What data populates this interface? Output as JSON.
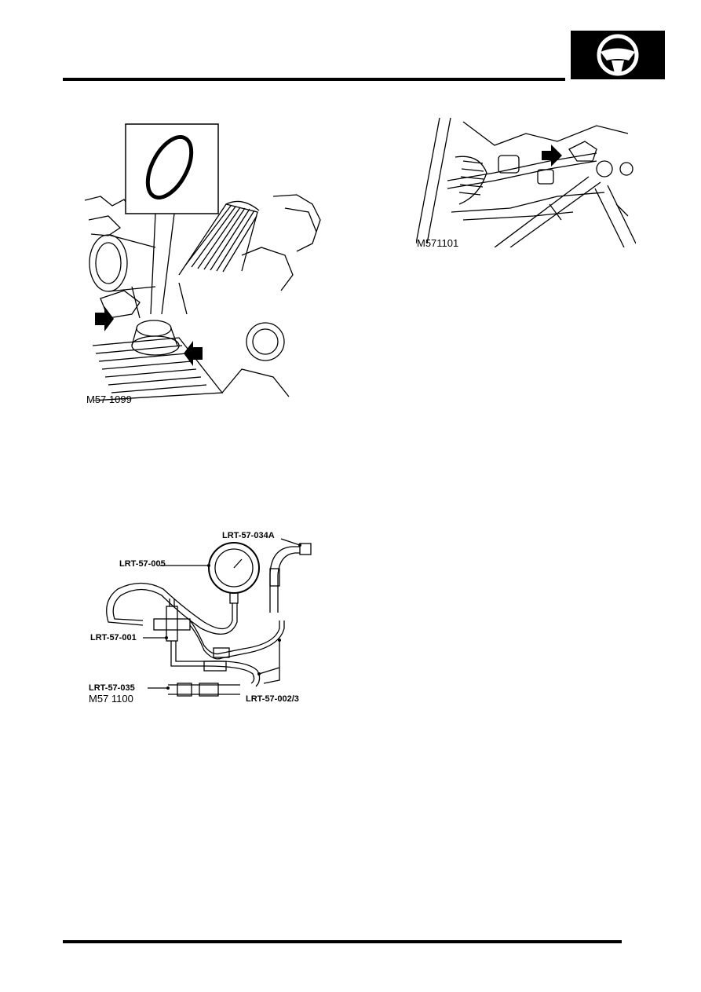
{
  "header": {
    "section_icon": "steering-wheel-icon"
  },
  "figures": {
    "fig1": {
      "caption": "M57 1099"
    },
    "fig2": {
      "caption": "M571101"
    },
    "fig3": {
      "caption": "M57 1100",
      "labels": {
        "gauge": "LRT-57-005",
        "adapter_top": "LRT-57-034A",
        "tee": "LRT-57-001",
        "adapter_bottom": "LRT-57-035",
        "hoses": "LRT-57-002/3"
      }
    }
  }
}
